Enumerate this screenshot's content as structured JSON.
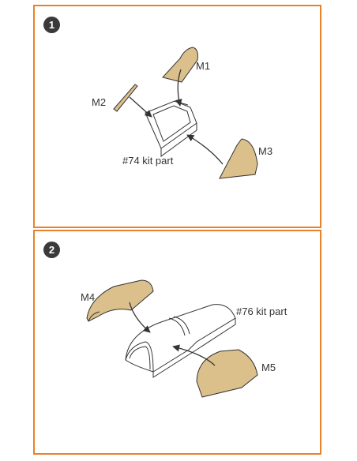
{
  "colors": {
    "frame": "#e8822a",
    "mask": "#dcc08c",
    "outline": "#333333",
    "badge": "#3a3a3a"
  },
  "steps": [
    {
      "number": "1",
      "labels": {
        "m1": "M1",
        "m2": "M2",
        "m3": "M3",
        "kit_part": "#74 kit part"
      }
    },
    {
      "number": "2",
      "labels": {
        "m4": "M4",
        "m5": "M5",
        "kit_part": "#76 kit part"
      }
    }
  ]
}
